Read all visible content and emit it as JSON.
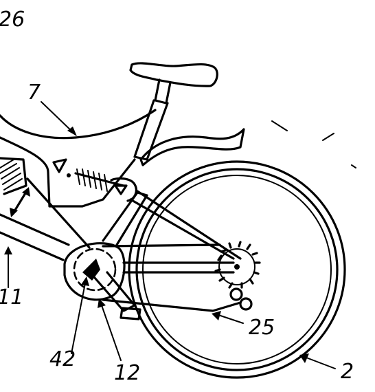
{
  "figure": {
    "ref_labels": {
      "fig": "26",
      "frame": "7",
      "left_strut": "11",
      "crank_chain": "42",
      "crank_arm": "12",
      "chain_stay": "25",
      "rear_wheel": "2"
    }
  }
}
